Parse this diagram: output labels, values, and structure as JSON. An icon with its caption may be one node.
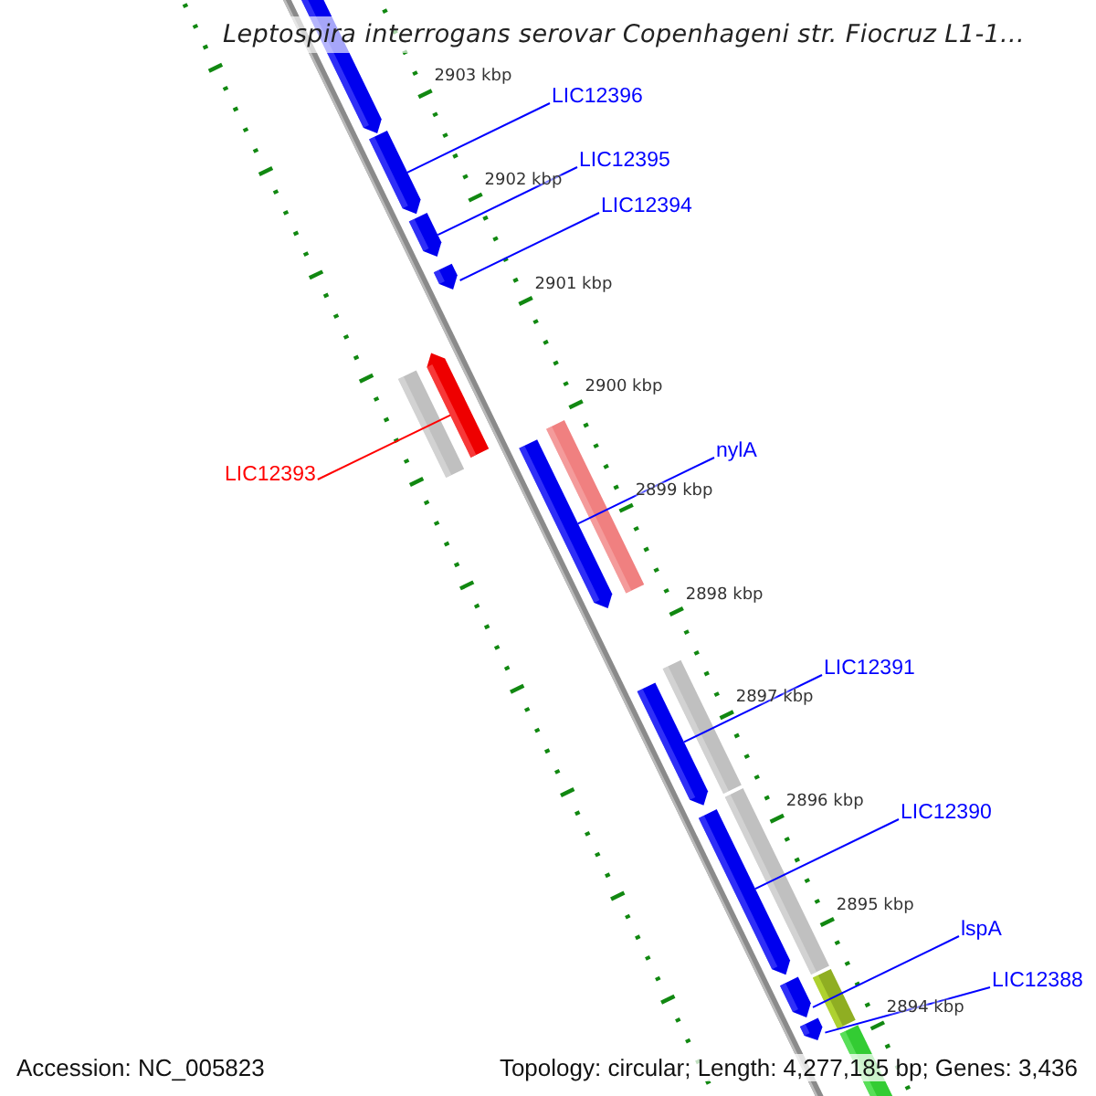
{
  "diagram": {
    "title": "Leptospira interrogans serovar Copenhageni str. Fiocruz L1-1...",
    "nodes": [
      {
        "text": [
          "LIC12396"
        ]
      },
      {
        "text": [
          "LIC12395"
        ]
      },
      {
        "text": [
          "LIC12394"
        ]
      },
      {
        "text": [
          "LIC12393"
        ]
      },
      {
        "text": [
          "nylA"
        ]
      },
      {
        "text": [
          "LIC12391"
        ]
      },
      {
        "text": [
          "LIC12390"
        ]
      },
      {
        "text": [
          "lspA"
        ]
      },
      {
        "text": [
          "LIC12388"
        ]
      },
      {
        "text": [],
        "shape": "bar"
      },
      {
        "text": [],
        "shape": "bar"
      },
      {
        "text": [],
        "shape": "bar"
      },
      {
        "text": [],
        "shape": "bar"
      },
      {
        "text": [],
        "shape": "bar"
      },
      {
        "text": [],
        "shape": "bar"
      },
      {
        "text": [],
        "shape": "bar"
      },
      {
        "text": [],
        "shape": "bar"
      },
      {
        "text": [],
        "shape": "bar"
      }
    ],
    "edges": [
      {
        "from": 0,
        "to": 9,
        "arrow": "none"
      },
      {
        "from": 1,
        "to": 10,
        "arrow": "none"
      },
      {
        "from": 2,
        "to": 11,
        "arrow": "none"
      },
      {
        "from": 3,
        "to": 12,
        "arrow": "none",
        "color": "#ff0000"
      },
      {
        "from": 4,
        "to": 13,
        "arrow": "none"
      },
      {
        "from": 5,
        "to": 14,
        "arrow": "none"
      },
      {
        "from": 6,
        "to": 15,
        "arrow": "none"
      },
      {
        "from": 7,
        "to": 16,
        "arrow": "none"
      },
      {
        "from": 8,
        "to": 17,
        "arrow": "none"
      }
    ],
    "labels": [
      "2903 kbp",
      "2902 kbp",
      "2901 kbp",
      "2900 kbp",
      "2899 kbp",
      "2898 kbp",
      "2897 kbp",
      "2896 kbp",
      "2895 kbp",
      "2894 kbp",
      "Accession: NC_005823",
      "Topology: circular; Length: 4,277,185 bp; Genes: 3,436"
    ]
  }
}
